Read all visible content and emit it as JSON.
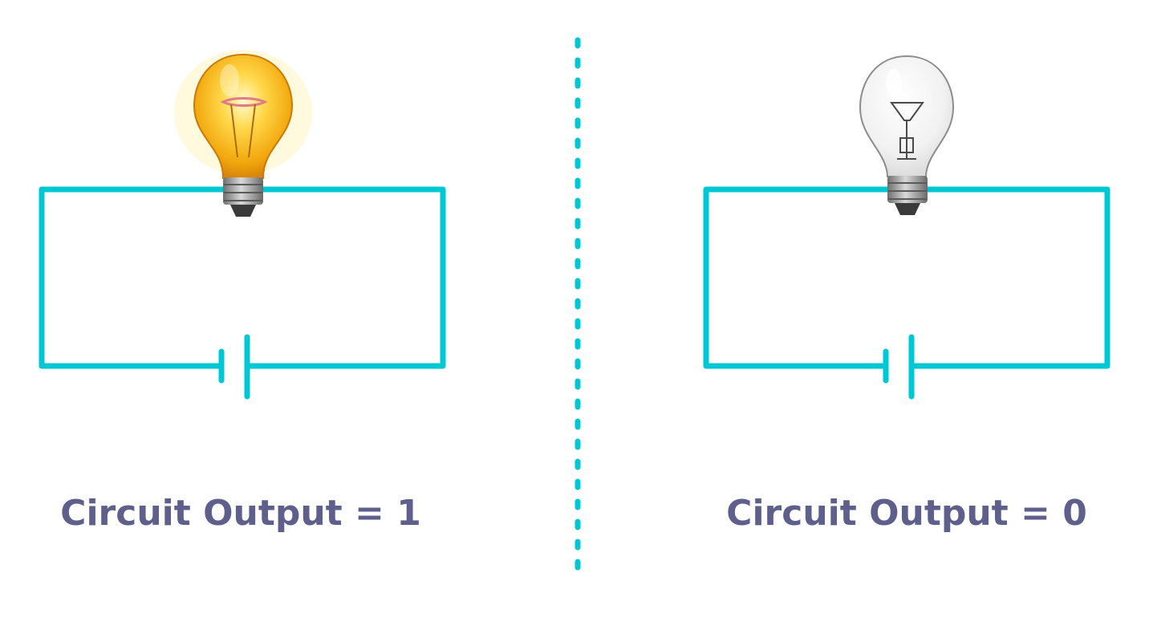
{
  "panels": [
    {
      "caption": "Circuit Output = 1",
      "bulb_state": "on"
    },
    {
      "caption": "Circuit Output = 0",
      "bulb_state": "off"
    }
  ],
  "colors": {
    "wire": "#00c8d2",
    "divider": "#00c8d2",
    "caption_text": "#5e5f8a",
    "bulb_on_glass": "#f6b412",
    "bulb_on_glow": "#fff2a0",
    "bulb_off_glass": "#f4f4f4",
    "bulb_off_outline": "#8d8d8d",
    "bulb_base": "#9a9a9a"
  },
  "icons": {
    "bulb_on": "lit-light-bulb-icon",
    "bulb_off": "unlit-light-bulb-icon",
    "battery": "battery-cell-icon"
  }
}
